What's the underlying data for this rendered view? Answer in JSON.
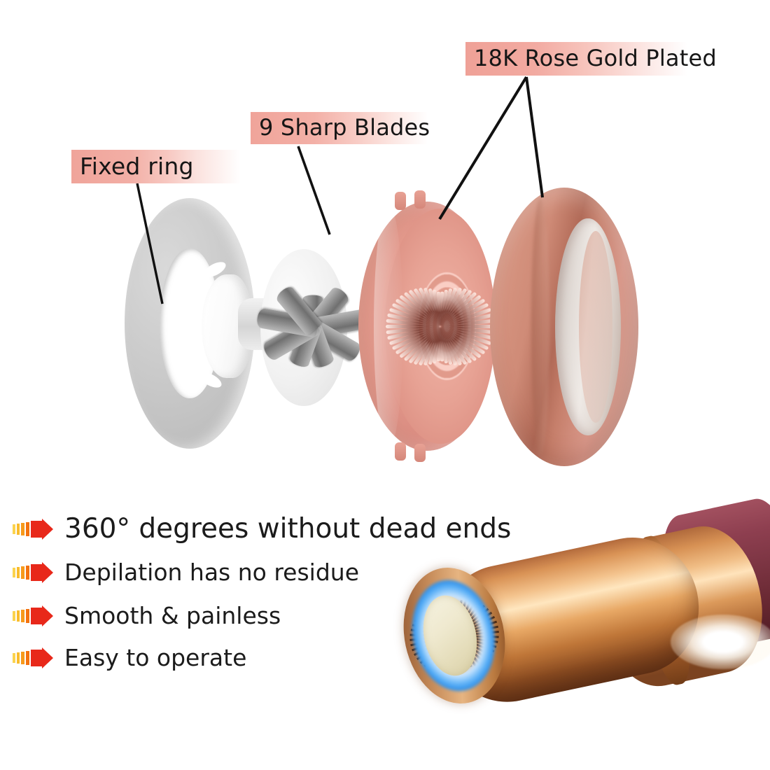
{
  "page": {
    "background": "#ffffff",
    "accent_pink": "#f0a49a",
    "accent_red": "#e8281a",
    "accent_rose_gold": "#d9988a",
    "text_color": "#1b1b1b"
  },
  "diagram": {
    "title": "Exploded view of shaver head assembly",
    "callouts": [
      {
        "id": "fixed-ring",
        "label": "Fixed ring"
      },
      {
        "id": "blades",
        "label": "9 Sharp Blades"
      },
      {
        "id": "rose-gold",
        "label": "18K Rose Gold Plated"
      }
    ],
    "parts": [
      {
        "id": "fixed-ring",
        "name": "fixed-ring-part",
        "color": "#c9c9c9"
      },
      {
        "id": "hub",
        "name": "white-hub-part",
        "color": "#ffffff"
      },
      {
        "id": "blades",
        "name": "blade-star-part",
        "color": "#8e8e8e"
      },
      {
        "id": "foil",
        "name": "foil-head-part",
        "color": "#e3998c"
      },
      {
        "id": "ring",
        "name": "rose-gold-ring-part",
        "color": "#d5937f"
      }
    ]
  },
  "features": {
    "bullet_icon": "motion-arrow-icon",
    "items": [
      {
        "text": "360° degrees without dead ends"
      },
      {
        "text": "Depilation has no residue"
      },
      {
        "text": "Smooth & painless"
      },
      {
        "text": "Easy to operate"
      }
    ]
  },
  "device": {
    "name": "rose-gold-facial-hair-remover",
    "body_color": "#7b3442",
    "barrel_color": "#e8a865",
    "led_ring_color": "#2f8fe8",
    "lens_color": "#efe9cf"
  }
}
